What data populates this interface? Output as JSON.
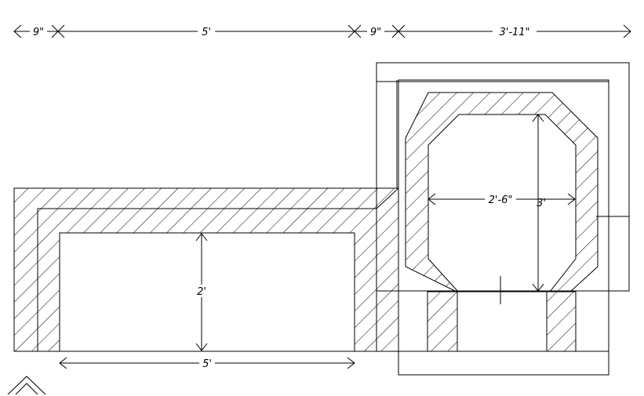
{
  "drawing": {
    "top_dimensions": [
      {
        "id": "top-dim-1",
        "label": "9\""
      },
      {
        "id": "top-dim-2",
        "label": "5'"
      },
      {
        "id": "top-dim-3",
        "label": "9\""
      },
      {
        "id": "top-dim-4",
        "label": "3'-11\""
      }
    ],
    "interior_dimensions": {
      "left_height": "2'",
      "left_width_bottom": "5'",
      "octagon_width": "2'-6\"",
      "octagon_height": "3'"
    },
    "north_arrow_icon": "north-arrow-icon",
    "colors": {
      "line": "#000000",
      "background": "#ffffff"
    }
  }
}
